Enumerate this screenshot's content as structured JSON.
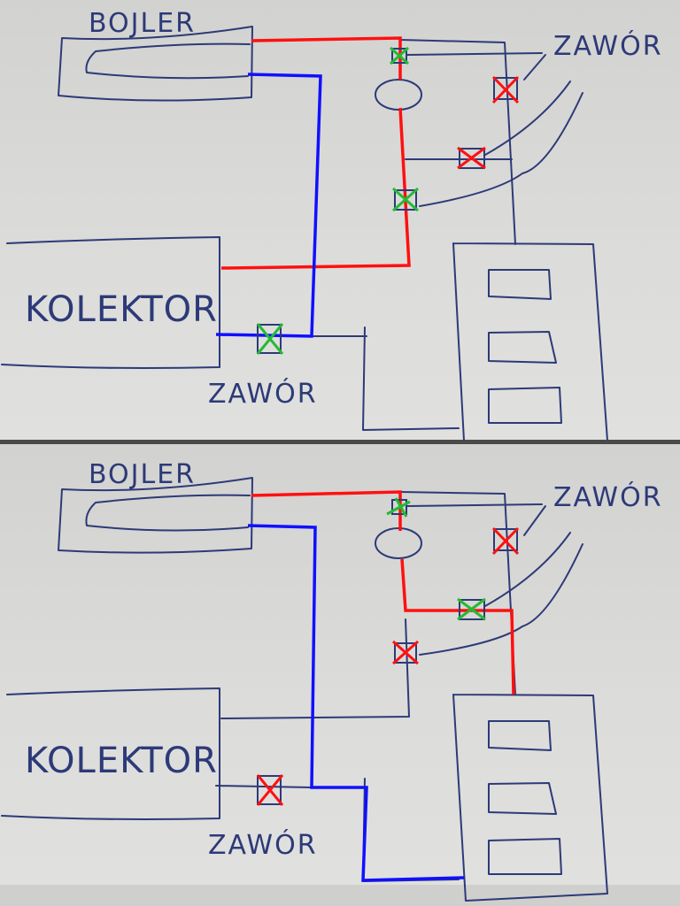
{
  "colors": {
    "hot_line": "#ff1010",
    "cold_line": "#1010ff",
    "valve_open": "#22bb33",
    "valve_closed": "#ff1010",
    "ink": "#2d3a78"
  },
  "panels": [
    {
      "id": "top",
      "labels": {
        "boiler": "BOJLER",
        "collector": "KOLEKTOR",
        "valve_right": "ZAWÓR",
        "valve_bottom": "ZAWÓR"
      },
      "valves": [
        {
          "name": "valve-boiler-outlet",
          "state": "open"
        },
        {
          "name": "valve-right-riser",
          "state": "closed"
        },
        {
          "name": "valve-middle-bridge",
          "state": "closed"
        },
        {
          "name": "valve-left-lower",
          "state": "open"
        },
        {
          "name": "valve-collector-return",
          "state": "open"
        }
      ]
    },
    {
      "id": "bottom",
      "labels": {
        "boiler": "BOJLER",
        "collector": "KOLEKTOR",
        "valve_right": "ZAWÓR",
        "valve_bottom": "ZAWÓR"
      },
      "valves": [
        {
          "name": "valve-boiler-outlet",
          "state": "open"
        },
        {
          "name": "valve-right-riser",
          "state": "closed"
        },
        {
          "name": "valve-middle-bridge",
          "state": "open"
        },
        {
          "name": "valve-left-lower",
          "state": "closed"
        },
        {
          "name": "valve-collector-return",
          "state": "closed"
        }
      ]
    }
  ]
}
